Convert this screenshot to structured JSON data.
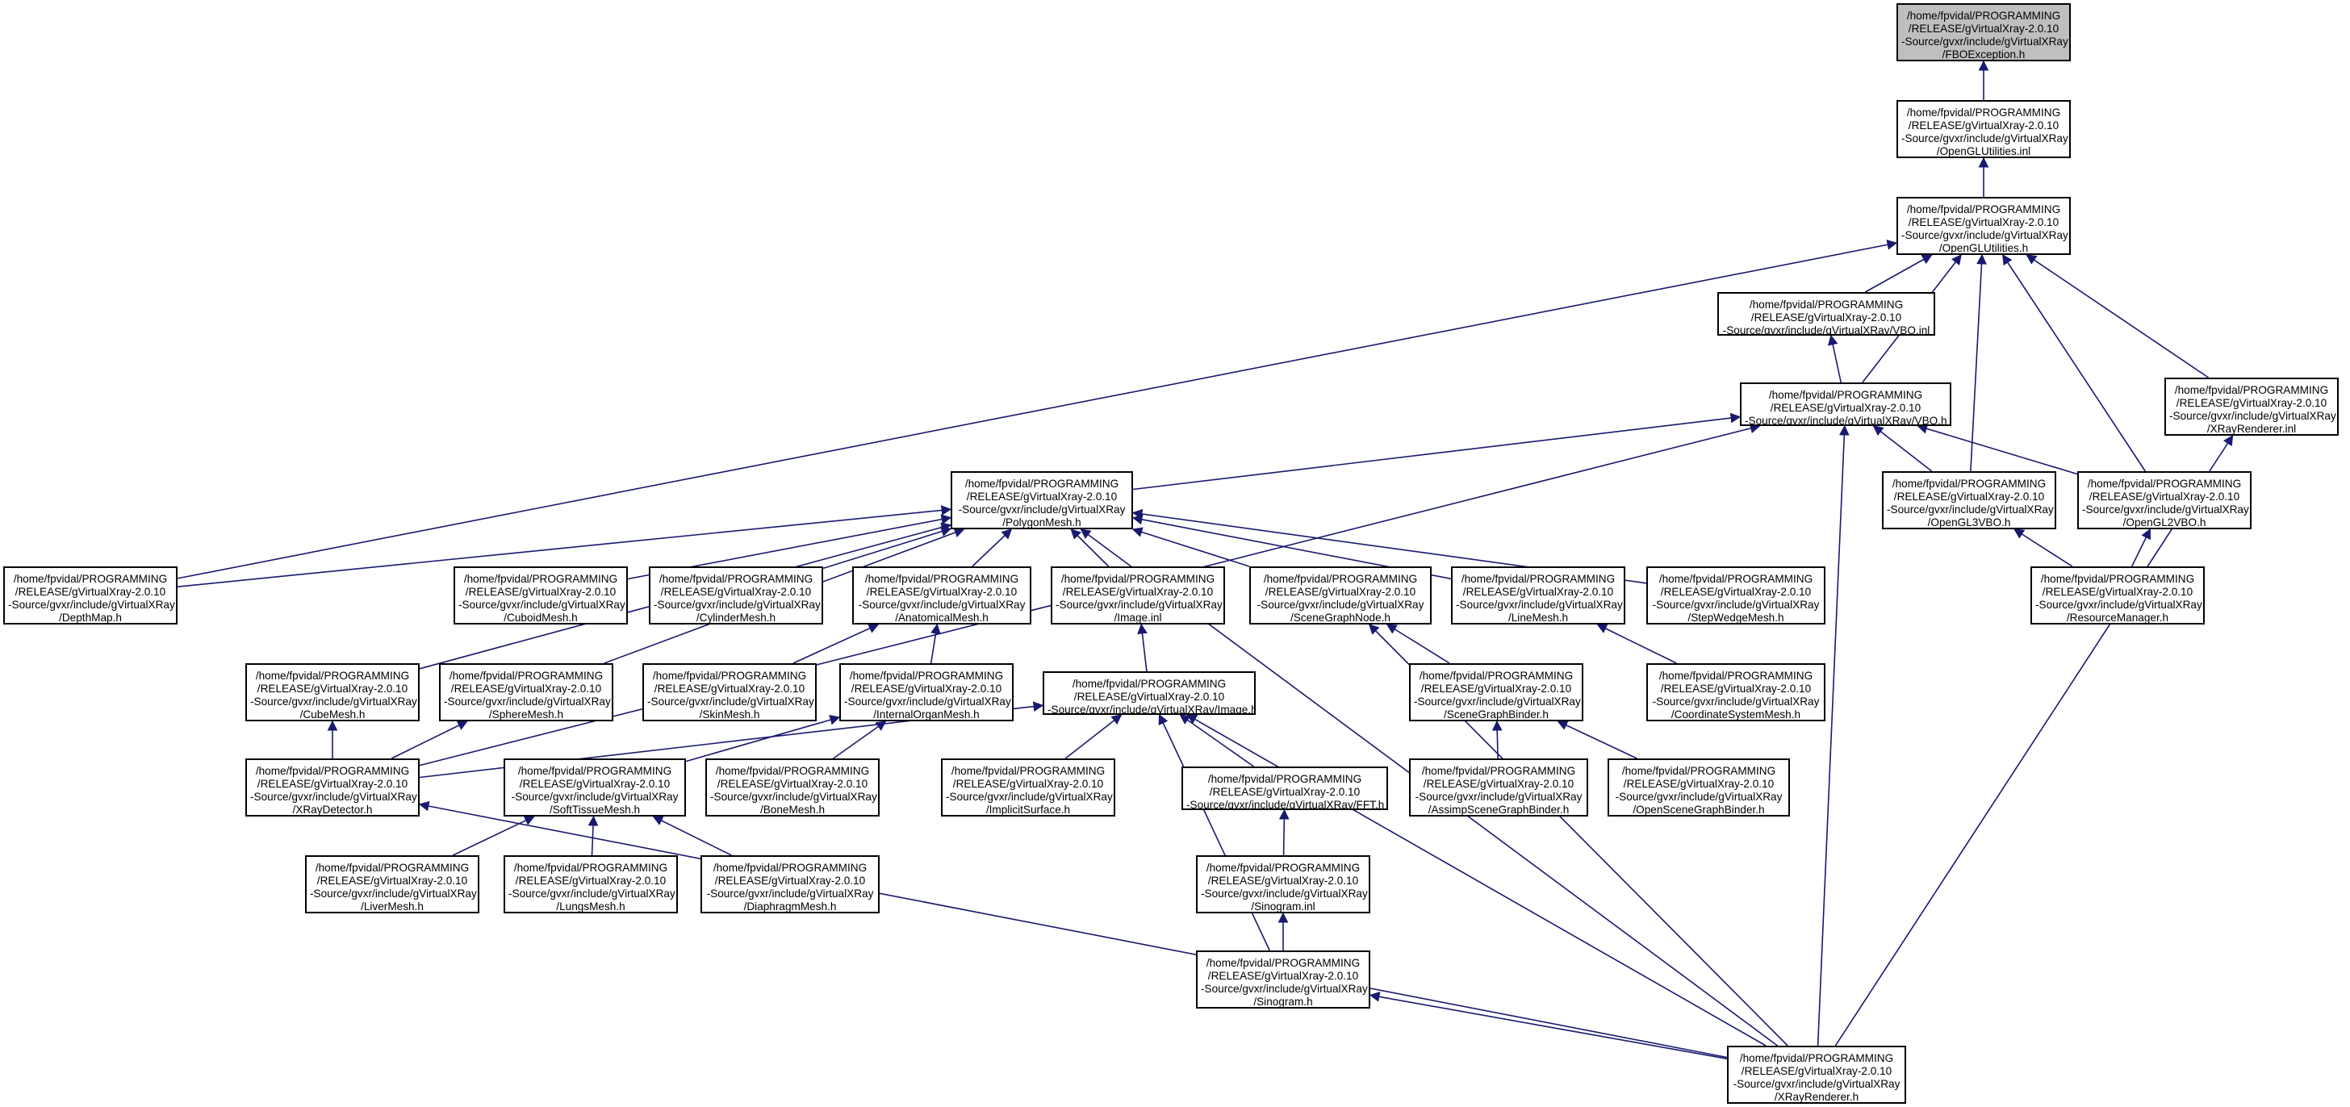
{
  "diagram": {
    "nodes": [
      {
        "id": "FBOException_h",
        "lines": [
          "/home/fpvidal/PROGRAMMING",
          "/RELEASE/gVirtualXray-2.0.10",
          "-Source/gvxr/include/gVirtualXRay",
          "/FBOException.h"
        ]
      },
      {
        "id": "OpenGLUtilities_inl",
        "lines": [
          "/home/fpvidal/PROGRAMMING",
          "/RELEASE/gVirtualXray-2.0.10",
          "-Source/gvxr/include/gVirtualXRay",
          "/OpenGLUtilities.inl"
        ]
      },
      {
        "id": "OpenGLUtilities_h",
        "lines": [
          "/home/fpvidal/PROGRAMMING",
          "/RELEASE/gVirtualXray-2.0.10",
          "-Source/gvxr/include/gVirtualXRay",
          "/OpenGLUtilities.h"
        ]
      },
      {
        "id": "VBO_inl",
        "lines": [
          "/home/fpvidal/PROGRAMMING",
          "/RELEASE/gVirtualXray-2.0.10",
          "-Source/gvxr/include/gVirtualXRay/VBO.inl"
        ]
      },
      {
        "id": "VBO_h",
        "lines": [
          "/home/fpvidal/PROGRAMMING",
          "/RELEASE/gVirtualXray-2.0.10",
          "-Source/gvxr/include/gVirtualXRay/VBO.h"
        ]
      },
      {
        "id": "XRayRenderer_inl",
        "lines": [
          "/home/fpvidal/PROGRAMMING",
          "/RELEASE/gVirtualXray-2.0.10",
          "-Source/gvxr/include/gVirtualXRay",
          "/XRayRenderer.inl"
        ]
      },
      {
        "id": "PolygonMesh_h",
        "lines": [
          "/home/fpvidal/PROGRAMMING",
          "/RELEASE/gVirtualXray-2.0.10",
          "-Source/gvxr/include/gVirtualXRay",
          "/PolygonMesh.h"
        ]
      },
      {
        "id": "OpenGL3VBO_h",
        "lines": [
          "/home/fpvidal/PROGRAMMING",
          "/RELEASE/gVirtualXray-2.0.10",
          "-Source/gvxr/include/gVirtualXRay",
          "/OpenGL3VBO.h"
        ]
      },
      {
        "id": "OpenGL2VBO_h",
        "lines": [
          "/home/fpvidal/PROGRAMMING",
          "/RELEASE/gVirtualXray-2.0.10",
          "-Source/gvxr/include/gVirtualXRay",
          "/OpenGL2VBO.h"
        ]
      },
      {
        "id": "DepthMap_h",
        "lines": [
          "/home/fpvidal/PROGRAMMING",
          "/RELEASE/gVirtualXray-2.0.10",
          "-Source/gvxr/include/gVirtualXRay",
          "/DepthMap.h"
        ]
      },
      {
        "id": "CuboidMesh_h",
        "lines": [
          "/home/fpvidal/PROGRAMMING",
          "/RELEASE/gVirtualXray-2.0.10",
          "-Source/gvxr/include/gVirtualXRay",
          "/CuboidMesh.h"
        ]
      },
      {
        "id": "CylinderMesh_h",
        "lines": [
          "/home/fpvidal/PROGRAMMING",
          "/RELEASE/gVirtualXray-2.0.10",
          "-Source/gvxr/include/gVirtualXRay",
          "/CylinderMesh.h"
        ]
      },
      {
        "id": "AnatomicalMesh_h",
        "lines": [
          "/home/fpvidal/PROGRAMMING",
          "/RELEASE/gVirtualXray-2.0.10",
          "-Source/gvxr/include/gVirtualXRay",
          "/AnatomicalMesh.h"
        ]
      },
      {
        "id": "Image_inl",
        "lines": [
          "/home/fpvidal/PROGRAMMING",
          "/RELEASE/gVirtualXray-2.0.10",
          "-Source/gvxr/include/gVirtualXRay",
          "/Image.inl"
        ]
      },
      {
        "id": "SceneGraphNode_h",
        "lines": [
          "/home/fpvidal/PROGRAMMING",
          "/RELEASE/gVirtualXray-2.0.10",
          "-Source/gvxr/include/gVirtualXRay",
          "/SceneGraphNode.h"
        ]
      },
      {
        "id": "LineMesh_h",
        "lines": [
          "/home/fpvidal/PROGRAMMING",
          "/RELEASE/gVirtualXray-2.0.10",
          "-Source/gvxr/include/gVirtualXRay",
          "/LineMesh.h"
        ]
      },
      {
        "id": "StepWedgeMesh_h",
        "lines": [
          "/home/fpvidal/PROGRAMMING",
          "/RELEASE/gVirtualXray-2.0.10",
          "-Source/gvxr/include/gVirtualXRay",
          "/StepWedgeMesh.h"
        ]
      },
      {
        "id": "ResourceManager_h",
        "lines": [
          "/home/fpvidal/PROGRAMMING",
          "/RELEASE/gVirtualXray-2.0.10",
          "-Source/gvxr/include/gVirtualXRay",
          "/ResourceManager.h"
        ]
      },
      {
        "id": "CubeMesh_h",
        "lines": [
          "/home/fpvidal/PROGRAMMING",
          "/RELEASE/gVirtualXray-2.0.10",
          "-Source/gvxr/include/gVirtualXRay",
          "/CubeMesh.h"
        ]
      },
      {
        "id": "SphereMesh_h",
        "lines": [
          "/home/fpvidal/PROGRAMMING",
          "/RELEASE/gVirtualXray-2.0.10",
          "-Source/gvxr/include/gVirtualXRay",
          "/SphereMesh.h"
        ]
      },
      {
        "id": "SkinMesh_h",
        "lines": [
          "/home/fpvidal/PROGRAMMING",
          "/RELEASE/gVirtualXray-2.0.10",
          "-Source/gvxr/include/gVirtualXRay",
          "/SkinMesh.h"
        ]
      },
      {
        "id": "InternalOrganMesh_h",
        "lines": [
          "/home/fpvidal/PROGRAMMING",
          "/RELEASE/gVirtualXray-2.0.10",
          "-Source/gvxr/include/gVirtualXRay",
          "/InternalOrganMesh.h"
        ]
      },
      {
        "id": "Image_h",
        "lines": [
          "/home/fpvidal/PROGRAMMING",
          "/RELEASE/gVirtualXray-2.0.10",
          "-Source/gvxr/include/gVirtualXRay/Image.h"
        ]
      },
      {
        "id": "SceneGraphBinder_h",
        "lines": [
          "/home/fpvidal/PROGRAMMING",
          "/RELEASE/gVirtualXray-2.0.10",
          "-Source/gvxr/include/gVirtualXRay",
          "/SceneGraphBinder.h"
        ]
      },
      {
        "id": "CoordinateSystemMesh_h",
        "lines": [
          "/home/fpvidal/PROGRAMMING",
          "/RELEASE/gVirtualXray-2.0.10",
          "-Source/gvxr/include/gVirtualXRay",
          "/CoordinateSystemMesh.h"
        ]
      },
      {
        "id": "XRayDetector_h",
        "lines": [
          "/home/fpvidal/PROGRAMMING",
          "/RELEASE/gVirtualXray-2.0.10",
          "-Source/gvxr/include/gVirtualXRay",
          "/XRayDetector.h"
        ]
      },
      {
        "id": "SoftTissueMesh_h",
        "lines": [
          "/home/fpvidal/PROGRAMMING",
          "/RELEASE/gVirtualXray-2.0.10",
          "-Source/gvxr/include/gVirtualXRay",
          "/SoftTissueMesh.h"
        ]
      },
      {
        "id": "BoneMesh_h",
        "lines": [
          "/home/fpvidal/PROGRAMMING",
          "/RELEASE/gVirtualXray-2.0.10",
          "-Source/gvxr/include/gVirtualXRay",
          "/BoneMesh.h"
        ]
      },
      {
        "id": "ImplicitSurface_h",
        "lines": [
          "/home/fpvidal/PROGRAMMING",
          "/RELEASE/gVirtualXray-2.0.10",
          "-Source/gvxr/include/gVirtualXRay",
          "/ImplicitSurface.h"
        ]
      },
      {
        "id": "FFT_h",
        "lines": [
          "/home/fpvidal/PROGRAMMING",
          "/RELEASE/gVirtualXray-2.0.10",
          "-Source/gvxr/include/gVirtualXRay/FFT.h"
        ]
      },
      {
        "id": "AssimpSceneGraphBinder_h",
        "lines": [
          "/home/fpvidal/PROGRAMMING",
          "/RELEASE/gVirtualXray-2.0.10",
          "-Source/gvxr/include/gVirtualXRay",
          "/AssimpSceneGraphBinder.h"
        ]
      },
      {
        "id": "OpenSceneGraphBinder_h",
        "lines": [
          "/home/fpvidal/PROGRAMMING",
          "/RELEASE/gVirtualXray-2.0.10",
          "-Source/gvxr/include/gVirtualXRay",
          "/OpenSceneGraphBinder.h"
        ]
      },
      {
        "id": "LiverMesh_h",
        "lines": [
          "/home/fpvidal/PROGRAMMING",
          "/RELEASE/gVirtualXray-2.0.10",
          "-Source/gvxr/include/gVirtualXRay",
          "/LiverMesh.h"
        ]
      },
      {
        "id": "LungsMesh_h",
        "lines": [
          "/home/fpvidal/PROGRAMMING",
          "/RELEASE/gVirtualXray-2.0.10",
          "-Source/gvxr/include/gVirtualXRay",
          "/LungsMesh.h"
        ]
      },
      {
        "id": "DiaphragmMesh_h",
        "lines": [
          "/home/fpvidal/PROGRAMMING",
          "/RELEASE/gVirtualXray-2.0.10",
          "-Source/gvxr/include/gVirtualXRay",
          "/DiaphragmMesh.h"
        ]
      },
      {
        "id": "Sinogram_inl",
        "lines": [
          "/home/fpvidal/PROGRAMMING",
          "/RELEASE/gVirtualXray-2.0.10",
          "-Source/gvxr/include/gVirtualXRay",
          "/Sinogram.inl"
        ]
      },
      {
        "id": "Sinogram_h",
        "lines": [
          "/home/fpvidal/PROGRAMMING",
          "/RELEASE/gVirtualXray-2.0.10",
          "-Source/gvxr/include/gVirtualXRay",
          "/Sinogram.h"
        ]
      },
      {
        "id": "XRayRenderer_h",
        "lines": [
          "/home/fpvidal/PROGRAMMING",
          "/RELEASE/gVirtualXray-2.0.10",
          "-Source/gvxr/include/gVirtualXRay",
          "/XRayRenderer.h"
        ]
      }
    ],
    "edges": [
      [
        "OpenGLUtilities_inl",
        "FBOException_h"
      ],
      [
        "OpenGLUtilities_h",
        "OpenGLUtilities_inl"
      ],
      [
        "VBO_inl",
        "OpenGLUtilities_h"
      ],
      [
        "VBO_h",
        "OpenGLUtilities_h"
      ],
      [
        "OpenGL3VBO_h",
        "OpenGLUtilities_h"
      ],
      [
        "OpenGL2VBO_h",
        "OpenGLUtilities_h"
      ],
      [
        "XRayRenderer_inl",
        "OpenGLUtilities_h"
      ],
      [
        "DepthMap_h",
        "OpenGLUtilities_h"
      ],
      [
        "VBO_h",
        "VBO_inl"
      ],
      [
        "PolygonMesh_h",
        "VBO_h"
      ],
      [
        "OpenGL3VBO_h",
        "VBO_h"
      ],
      [
        "OpenGL2VBO_h",
        "VBO_h"
      ],
      [
        "XRayDetector_h",
        "VBO_h"
      ],
      [
        "XRayRenderer_h",
        "VBO_h"
      ],
      [
        "ResourceManager_h",
        "OpenGL3VBO_h"
      ],
      [
        "ResourceManager_h",
        "OpenGL2VBO_h"
      ],
      [
        "XRayRenderer_h",
        "XRayRenderer_inl"
      ],
      [
        "DepthMap_h",
        "PolygonMesh_h"
      ],
      [
        "CuboidMesh_h",
        "PolygonMesh_h"
      ],
      [
        "CylinderMesh_h",
        "PolygonMesh_h"
      ],
      [
        "AnatomicalMesh_h",
        "PolygonMesh_h"
      ],
      [
        "Image_inl",
        "PolygonMesh_h"
      ],
      [
        "SceneGraphNode_h",
        "PolygonMesh_h"
      ],
      [
        "LineMesh_h",
        "PolygonMesh_h"
      ],
      [
        "StepWedgeMesh_h",
        "PolygonMesh_h"
      ],
      [
        "CubeMesh_h",
        "PolygonMesh_h"
      ],
      [
        "SphereMesh_h",
        "PolygonMesh_h"
      ],
      [
        "XRayRenderer_h",
        "PolygonMesh_h"
      ],
      [
        "SkinMesh_h",
        "AnatomicalMesh_h"
      ],
      [
        "InternalOrganMesh_h",
        "AnatomicalMesh_h"
      ],
      [
        "Image_h",
        "Image_inl"
      ],
      [
        "SceneGraphBinder_h",
        "SceneGraphNode_h"
      ],
      [
        "XRayRenderer_h",
        "SceneGraphNode_h"
      ],
      [
        "CoordinateSystemMesh_h",
        "LineMesh_h"
      ],
      [
        "XRayDetector_h",
        "CubeMesh_h"
      ],
      [
        "XRayDetector_h",
        "SphereMesh_h"
      ],
      [
        "SoftTissueMesh_h",
        "InternalOrganMesh_h"
      ],
      [
        "BoneMesh_h",
        "InternalOrganMesh_h"
      ],
      [
        "XRayDetector_h",
        "Image_h"
      ],
      [
        "ImplicitSurface_h",
        "Image_h"
      ],
      [
        "FFT_h",
        "Image_h"
      ],
      [
        "Sinogram_h",
        "Image_h"
      ],
      [
        "XRayRenderer_h",
        "Image_h"
      ],
      [
        "AssimpSceneGraphBinder_h",
        "SceneGraphBinder_h"
      ],
      [
        "OpenSceneGraphBinder_h",
        "SceneGraphBinder_h"
      ],
      [
        "LiverMesh_h",
        "SoftTissueMesh_h"
      ],
      [
        "LungsMesh_h",
        "SoftTissueMesh_h"
      ],
      [
        "DiaphragmMesh_h",
        "SoftTissueMesh_h"
      ],
      [
        "XRayRenderer_h",
        "XRayDetector_h"
      ],
      [
        "Sinogram_inl",
        "FFT_h"
      ],
      [
        "Sinogram_h",
        "Sinogram_inl"
      ],
      [
        "XRayRenderer_h",
        "Sinogram_h"
      ]
    ]
  },
  "colors": {
    "edge": "#191970",
    "border": "#000000",
    "root_fill": "#bfbfbf",
    "node_fill": "#ffffff",
    "text": "#000000"
  }
}
